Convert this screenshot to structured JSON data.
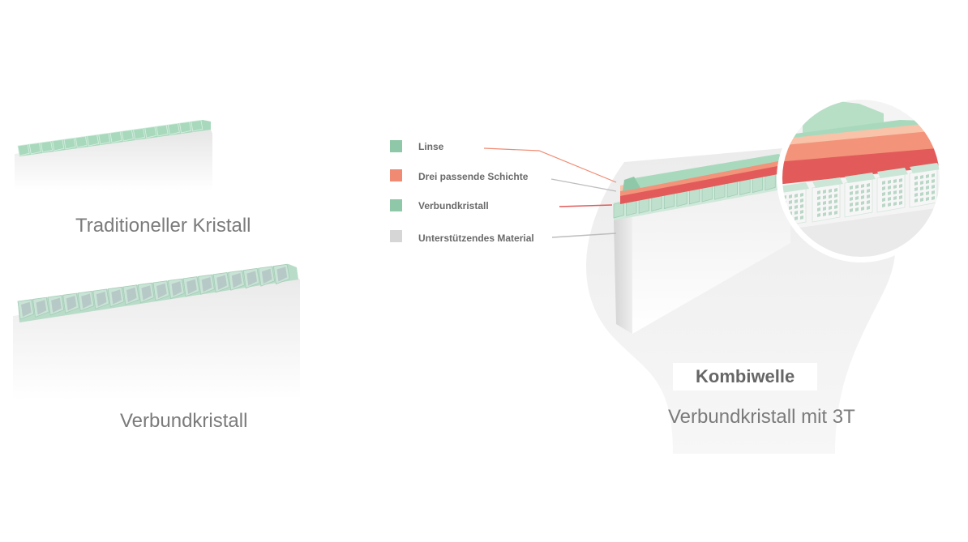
{
  "captions": {
    "traditional": "Traditioneller Kristall",
    "composite": "Verbundkristall",
    "kombi_subtitle": "Verbundkristall mit 3T",
    "kombi_title": "Kombiwelle"
  },
  "legend": [
    {
      "label": "Linse",
      "color": "#8fc8a8"
    },
    {
      "label": "Drei passende Schichte",
      "color": "#f08a72"
    },
    {
      "label": "Verbundkristall",
      "color": "#8fc8a8"
    },
    {
      "label": "Unterstützendes Material",
      "color": "#d6d6d6"
    }
  ],
  "colors": {
    "green": "#a9d9bd",
    "green_dark": "#7fbf9c",
    "red": "#e25a5a",
    "salmon": "#f3937a",
    "peach": "#f8c3a8",
    "gray": "#e6e6e6"
  }
}
